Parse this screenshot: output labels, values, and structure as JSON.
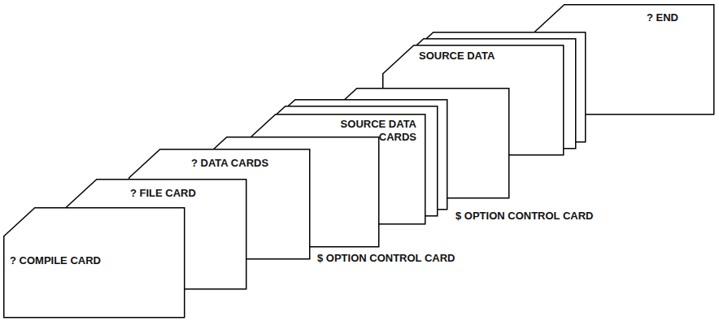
{
  "diagram": {
    "nodes": [
      {
        "text": [
          "? COMPILE CARD"
        ]
      },
      {
        "text": [
          "? FILE CARD"
        ]
      },
      {
        "text": [
          "? DATA CARDS"
        ]
      },
      {
        "text": [
          "SOURCE DATA CARDS"
        ]
      },
      {
        "text": [
          "SOURCE DATA"
        ]
      },
      {
        "text": [
          "? END"
        ]
      }
    ],
    "labels": [
      "$ OPTION CONTROL CARD",
      "$ OPTION CONTROL CARD"
    ]
  }
}
